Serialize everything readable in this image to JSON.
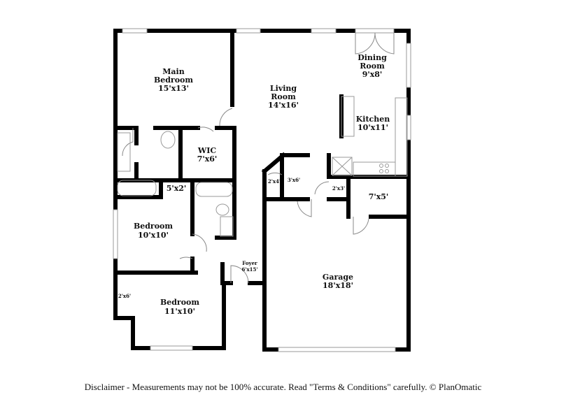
{
  "rooms": {
    "main_bedroom": {
      "name_1": "Main",
      "name_2": "Bedroom",
      "size": "15'x13'"
    },
    "living_room": {
      "name_1": "Living",
      "name_2": "Room",
      "size": "14'x16'"
    },
    "dining_room": {
      "name_1": "Dining",
      "name_2": "Room",
      "size": "9'x8'"
    },
    "kitchen": {
      "name": "Kitchen",
      "size": "10'x11'"
    },
    "wic": {
      "name": "WIC",
      "size": "7'x6'"
    },
    "closet_5x2": {
      "size": "5'x2'"
    },
    "closet_2x4": {
      "size": "2'x4'"
    },
    "closet_3x6": {
      "size": "3'x6'"
    },
    "closet_2x3": {
      "size": "2'x3'"
    },
    "storage_7x5": {
      "size": "7'x5'"
    },
    "bedroom_2": {
      "name": "Bedroom",
      "size": "10'x10'"
    },
    "bedroom_3": {
      "name": "Bedroom",
      "size": "11'x10'"
    },
    "closet_2x6": {
      "size": "2'x6'"
    },
    "foyer": {
      "name": "Foyer",
      "size": "6'x15'"
    },
    "garage": {
      "name": "Garage",
      "size": "18'x18'"
    }
  },
  "disclaimer": "Disclaimer - Measurements may not be 100% accurate. Read \"Terms & Conditions\" carefully. © PlanOmatic",
  "colors": {
    "wall": "#000000",
    "fixture": "#999999"
  }
}
